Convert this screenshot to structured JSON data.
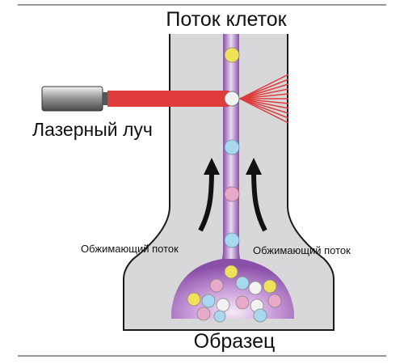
{
  "labels": {
    "title": "Поток клеток",
    "laser": "Лазерный луч",
    "sheath_left": "Обжимающий поток",
    "sheath_right": "Обжимающий поток",
    "sample": "Образец"
  },
  "colors": {
    "chamber_fill": "#d8d8da",
    "chamber_outline": "#1a1a1a",
    "stream": "#9b5fb6",
    "stream_light": "#eadcf0",
    "laser_beam": "#e03b3b",
    "laser_body": "#9a9a9a",
    "arrow": "#111111",
    "cell_yellow": "#f1e05a",
    "cell_blue": "#a8d8f0",
    "cell_pink": "#e9a9c9",
    "cell_white": "#f2f2f2"
  }
}
